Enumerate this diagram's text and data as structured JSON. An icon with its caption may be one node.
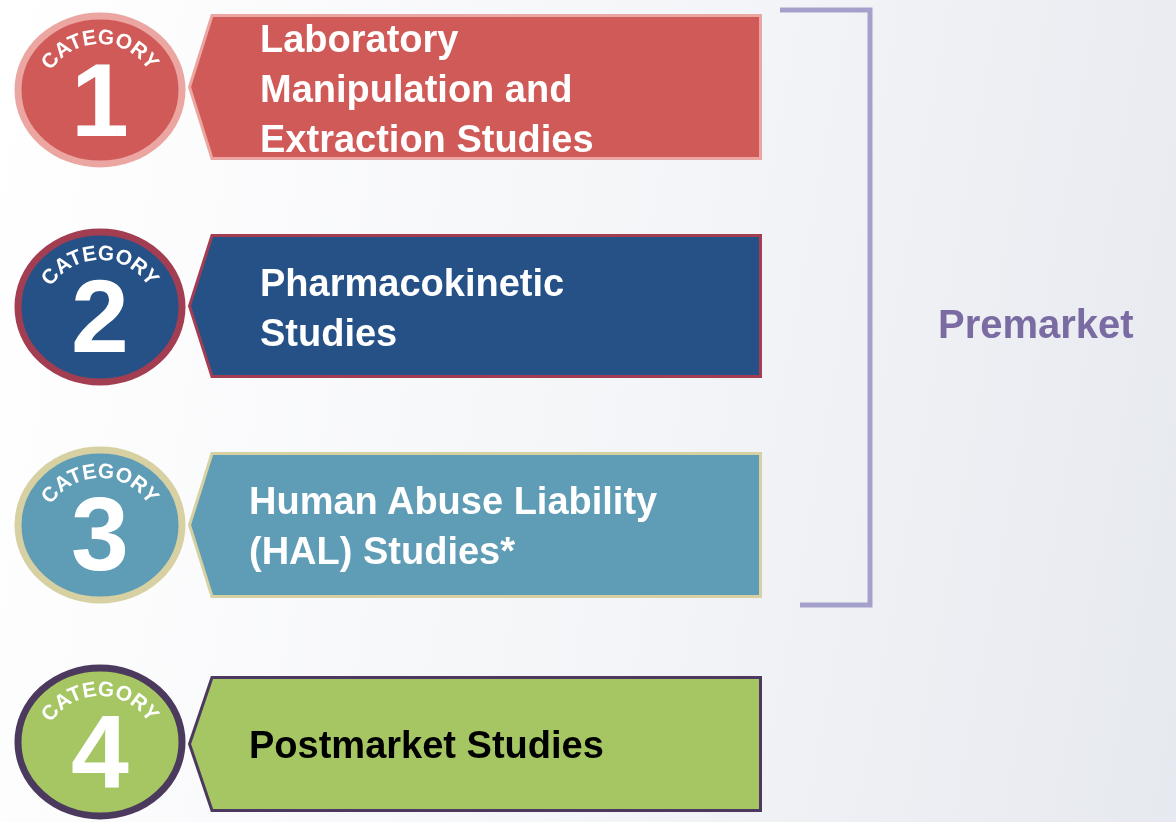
{
  "diagram": {
    "nodes": [
      {
        "text": [
          "CATEGORY",
          "1"
        ]
      },
      {
        "text": [
          "Laboratory Manipulation and Extraction Studies"
        ]
      },
      {
        "text": [
          "CATEGORY",
          "2"
        ]
      },
      {
        "text": [
          "Pharmacokinetic Studies"
        ]
      },
      {
        "text": [
          "CATEGORY",
          "3"
        ]
      },
      {
        "text": [
          "Human Abuse Liability (HAL) Studies*"
        ]
      },
      {
        "text": [
          "CATEGORY",
          "4"
        ]
      },
      {
        "text": [
          "Postmarket Studies"
        ]
      }
    ],
    "edges": [],
    "labels": [
      "Premarket"
    ]
  }
}
